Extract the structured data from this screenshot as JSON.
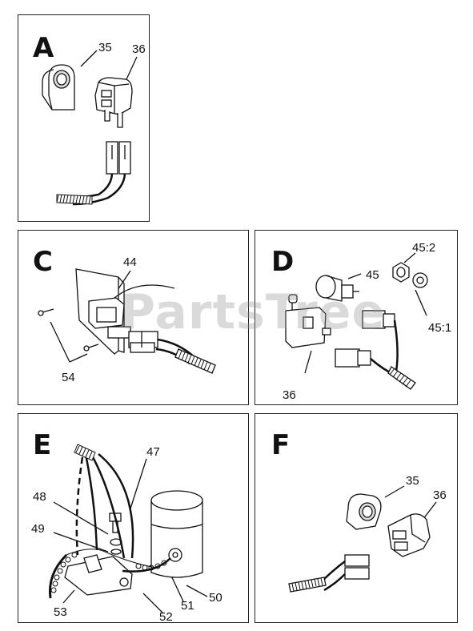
{
  "watermark": "PartsTree",
  "panels": {
    "a": {
      "letter": "A",
      "callouts": {
        "p35": "35",
        "p36": "36"
      }
    },
    "c": {
      "letter": "C",
      "callouts": {
        "p44": "44",
        "p54": "54"
      }
    },
    "d": {
      "letter": "D",
      "callouts": {
        "p45": "45",
        "p45_2": "45:2",
        "p45_1": "45:1",
        "p36": "36"
      }
    },
    "e": {
      "letter": "E",
      "callouts": {
        "p47": "47",
        "p48": "48",
        "p49": "49",
        "p50": "50",
        "p51": "51",
        "p52": "52",
        "p53": "53"
      }
    },
    "f": {
      "letter": "F",
      "callouts": {
        "p35": "35",
        "p36": "36"
      }
    }
  }
}
